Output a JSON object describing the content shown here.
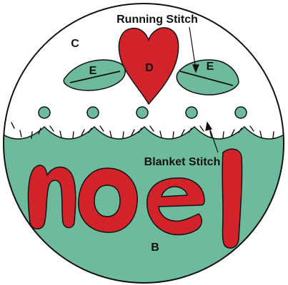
{
  "labels": {
    "running_stitch": "Running Stitch",
    "blanket_stitch": "Blanket Stitch",
    "region_c": "C",
    "region_d": "D",
    "leaf_left": "E",
    "leaf_right": "E",
    "region_b": "B"
  },
  "word": {
    "letter_n": "n",
    "letter_o": "o",
    "letter_e": "e",
    "letter_l": "l"
  },
  "colors": {
    "background": "#ffffff",
    "lower_fabric": "#6dbb9c",
    "leaf": "#6dbb9c",
    "heart": "#d2232a",
    "letters": "#d2232a",
    "outline": "#111111"
  }
}
